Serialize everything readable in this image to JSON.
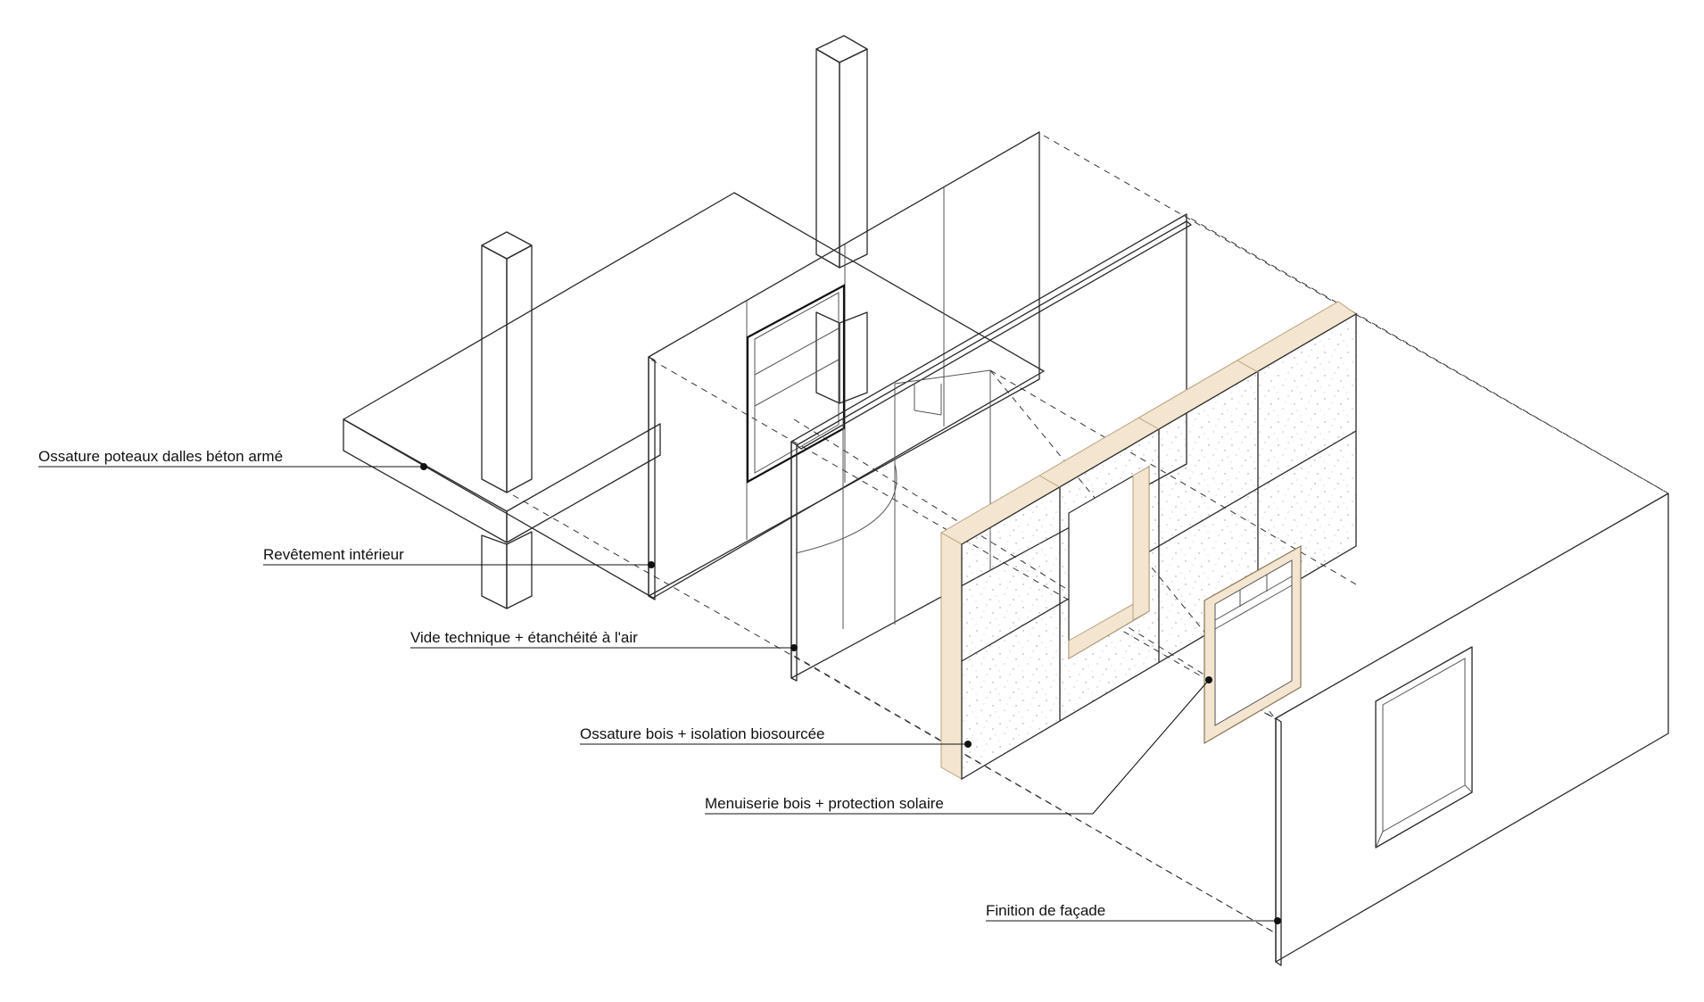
{
  "labels": {
    "structure": "Ossature poteaux dalles béton armé",
    "interior_lining": "Revêtement intérieur",
    "service_void": "Vide technique + étanchéité à l'air",
    "timber_frame": "Ossature bois + isolation biosourcée",
    "joinery": "Menuiserie bois + protection solaire",
    "facade_finish": "Finition de façade"
  },
  "colors": {
    "timber": "#f3e5cf",
    "timber_stroke": "#b8a27e",
    "line": "#2a2a2a",
    "background": "#ffffff"
  }
}
